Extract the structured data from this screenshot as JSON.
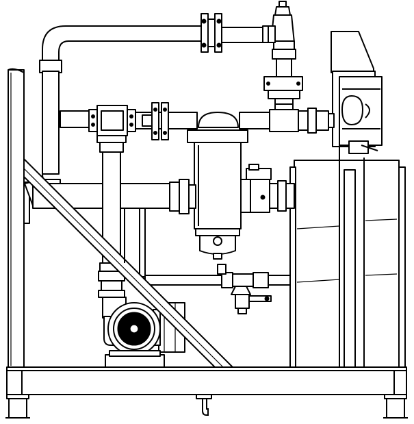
{
  "drawing": {
    "kind": "technical-line-drawing",
    "subject": "pump-skid-side-elevation",
    "colors": {
      "line": "#000000",
      "background": "#ffffff"
    },
    "components": [
      "base-frame",
      "upper-recirculation-pipe",
      "pressure-relief-valve",
      "top-flange-pair",
      "suction-line",
      "strainer-canister",
      "centrifugal-pump-motor",
      "diagonal-brace",
      "storage-tank",
      "control-panel",
      "discharge-valve",
      "drain-elbow"
    ]
  }
}
